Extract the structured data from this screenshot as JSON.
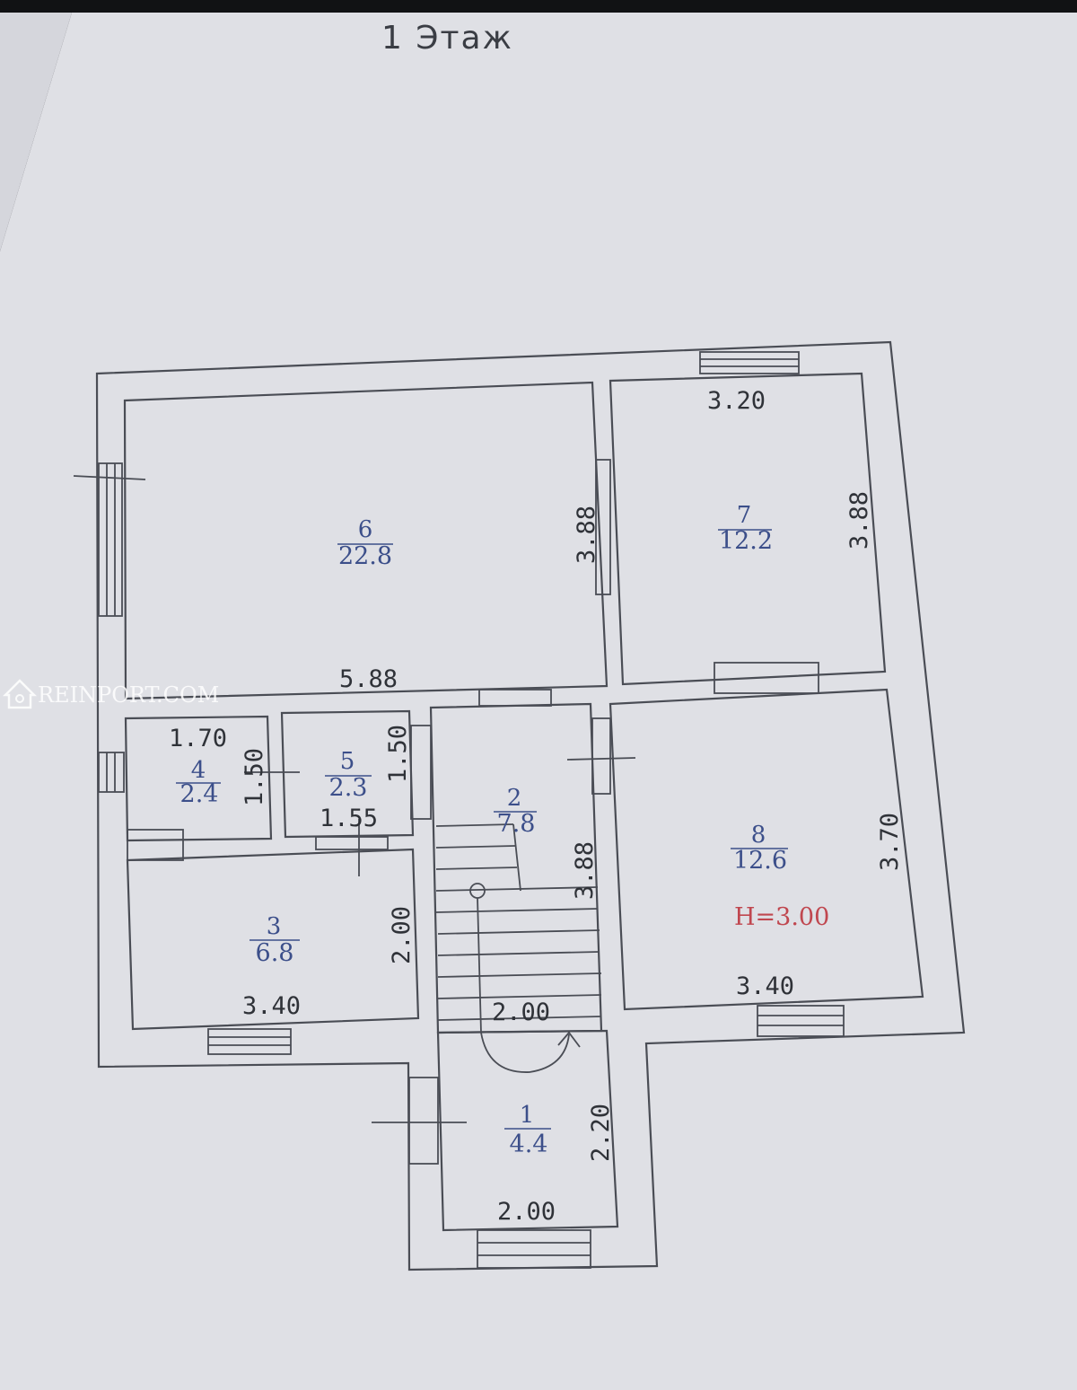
{
  "title": "1 Этаж",
  "watermark": "REINPORT.COM",
  "height_label": "H=3.00",
  "rooms": [
    {
      "num": "6",
      "area": "22.8"
    },
    {
      "num": "7",
      "area": "12.2"
    },
    {
      "num": "4",
      "area": "2.4"
    },
    {
      "num": "5",
      "area": "2.3"
    },
    {
      "num": "2",
      "area": "7.8"
    },
    {
      "num": "8",
      "area": "12.6"
    },
    {
      "num": "3",
      "area": "6.8"
    },
    {
      "num": "1",
      "area": "4.4"
    }
  ],
  "dimensions": {
    "r7_width": "3.20",
    "r6_height": "3.88",
    "r7_height": "3.88",
    "r6_width": "5.88",
    "r4_width": "1.70",
    "r4_height": "1.50",
    "r5_height": "1.50",
    "r5_width": "1.55",
    "r2_height": "3.88",
    "r8_height": "3.70",
    "r3_height": "2.00",
    "r8_width": "3.40",
    "r3_width": "3.40",
    "r2_width": "2.00",
    "r1_height": "2.20",
    "r1_width": "2.00"
  },
  "colors": {
    "room_label": "#3c4f8a",
    "height_label": "#c0474f",
    "line": "#4a4d55"
  }
}
